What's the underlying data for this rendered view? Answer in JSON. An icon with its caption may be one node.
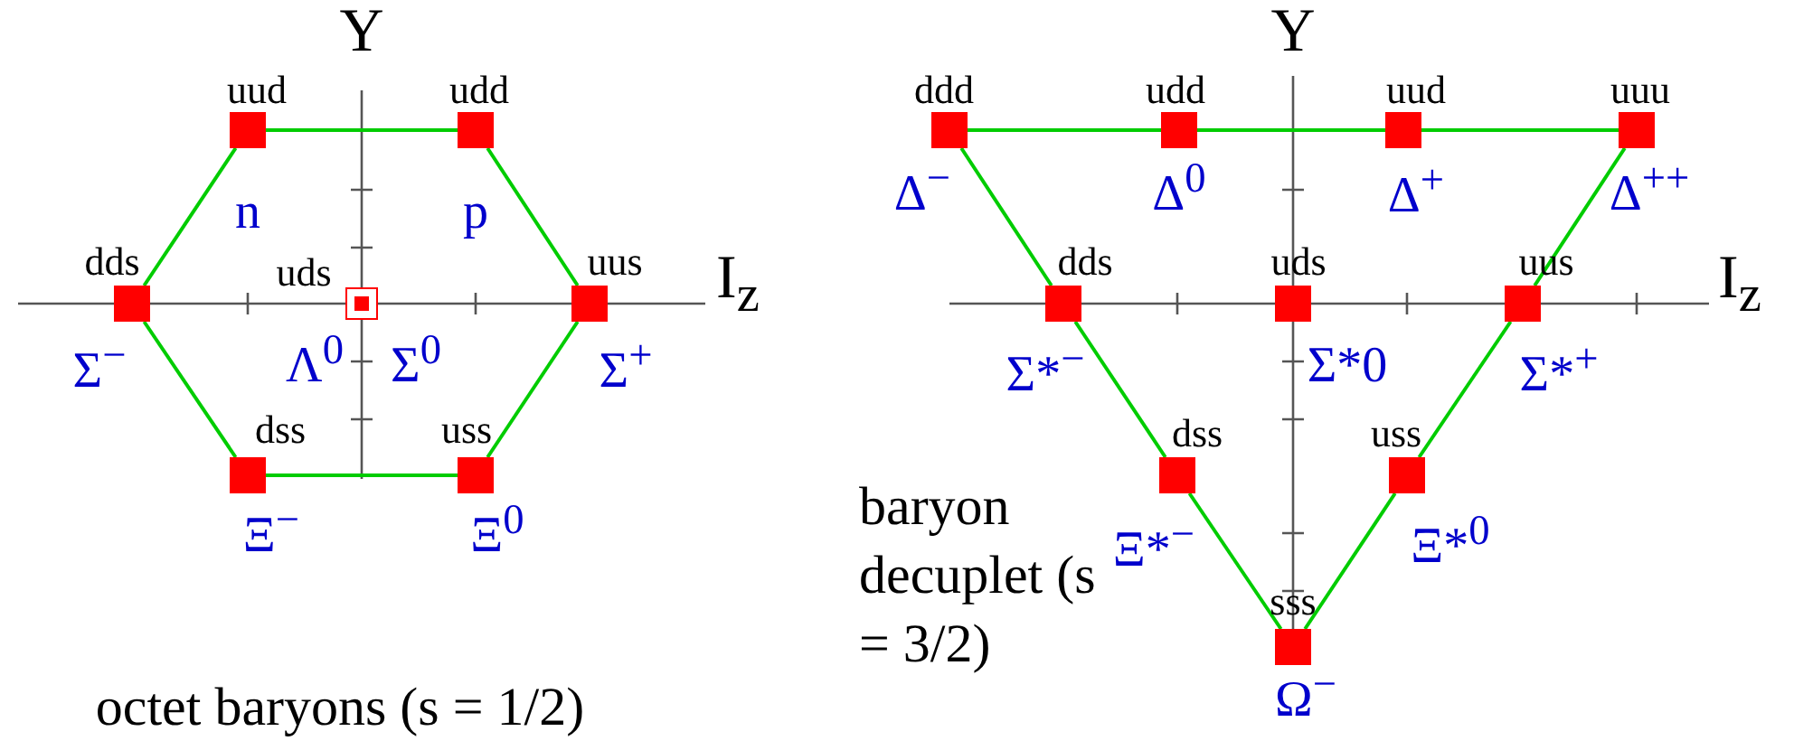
{
  "diagram": {
    "nodes": [
      {
        "text": [
          "uud",
          "n"
        ]
      },
      {
        "text": [
          "udd",
          "p"
        ]
      },
      {
        "text": [
          "dds",
          "Σ$^{−}$"
        ]
      },
      {
        "text": [
          "uds",
          "Λ$^{0}$",
          "Σ$^{0}$"
        ]
      },
      {
        "text": [
          "uus",
          "Σ$^{+}$"
        ]
      },
      {
        "text": [
          "dss",
          "Ξ$^{−}$"
        ]
      },
      {
        "text": [
          "uss",
          "Ξ$^{0}$"
        ]
      },
      {
        "text": [
          "ddd",
          "Δ$^{−}$"
        ]
      },
      {
        "text": [
          "udd",
          "Δ$^{0}$"
        ]
      },
      {
        "text": [
          "uud",
          "Δ$^{+}$"
        ]
      },
      {
        "text": [
          "uuu",
          "Δ$^{++}$"
        ]
      },
      {
        "text": [
          "dds",
          "Σ*$^{−}$"
        ]
      },
      {
        "text": [
          "uds",
          "Σ*0"
        ]
      },
      {
        "text": [
          "uus",
          "Σ*$^{+}$"
        ]
      },
      {
        "text": [
          "dss",
          "Ξ*$^{−}$"
        ]
      },
      {
        "text": [
          "uss",
          "Ξ*$^{0}$"
        ]
      },
      {
        "text": [
          "sss",
          "Ω$^{−}$"
        ]
      }
    ],
    "edges": [
      {
        "from": 0,
        "to": 1,
        "arrow": "none"
      },
      {
        "from": 1,
        "to": 4,
        "arrow": "none"
      },
      {
        "from": 4,
        "to": 6,
        "arrow": "none"
      },
      {
        "from": 6,
        "to": 5,
        "arrow": "none"
      },
      {
        "from": 5,
        "to": 2,
        "arrow": "none"
      },
      {
        "from": 2,
        "to": 0,
        "arrow": "none"
      },
      {
        "from": 7,
        "to": 8,
        "arrow": "none"
      },
      {
        "from": 8,
        "to": 9,
        "arrow": "none"
      },
      {
        "from": 9,
        "to": 10,
        "arrow": "none"
      },
      {
        "from": 7,
        "to": 11,
        "arrow": "none"
      },
      {
        "from": 11,
        "to": 14,
        "arrow": "none"
      },
      {
        "from": 14,
        "to": 16,
        "arrow": "none"
      },
      {
        "from": 10,
        "to": 13,
        "arrow": "none"
      },
      {
        "from": 13,
        "to": 15,
        "arrow": "none"
      },
      {
        "from": 15,
        "to": 16,
        "arrow": "none"
      }
    ],
    "labels": [
      "Y",
      "Y",
      "I$_{z}$",
      "I$_{z}$",
      "octet baryons (s = 1/2)",
      "baryon decuplet (s = 3/2)"
    ]
  }
}
